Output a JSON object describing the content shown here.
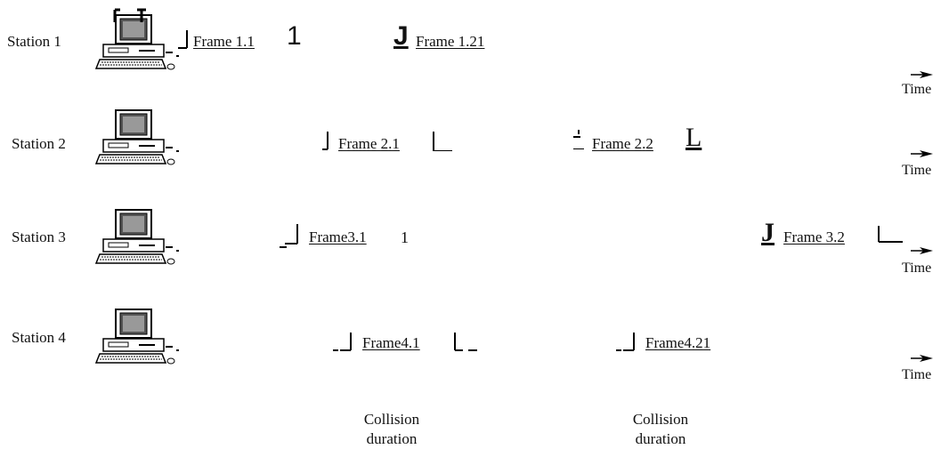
{
  "rows": [
    {
      "station": "Station 1",
      "time": "Time",
      "frames": [
        "Frame 1.1",
        "Frame 1.21"
      ],
      "glyphs": [
        "1",
        "J"
      ]
    },
    {
      "station": "Station 2",
      "time": "Time",
      "frames": [
        "Frame 2.1",
        "Frame 2.2"
      ],
      "glyphs": [
        "L"
      ]
    },
    {
      "station": "Station 3",
      "time": "Time",
      "frames": [
        "Frame3.1",
        "Frame 3.2"
      ],
      "glyphs": [
        "1",
        "J"
      ]
    },
    {
      "station": "Station 4",
      "time": "Time",
      "frames": [
        "Frame4.1",
        "Frame4.21"
      ],
      "glyphs": []
    }
  ],
  "collision_labels": [
    {
      "line1": "Collision",
      "line2": "duration"
    },
    {
      "line1": "Collision",
      "line2": "duration"
    }
  ],
  "icons": [
    "computer-icon",
    "arrow-right-icon"
  ]
}
